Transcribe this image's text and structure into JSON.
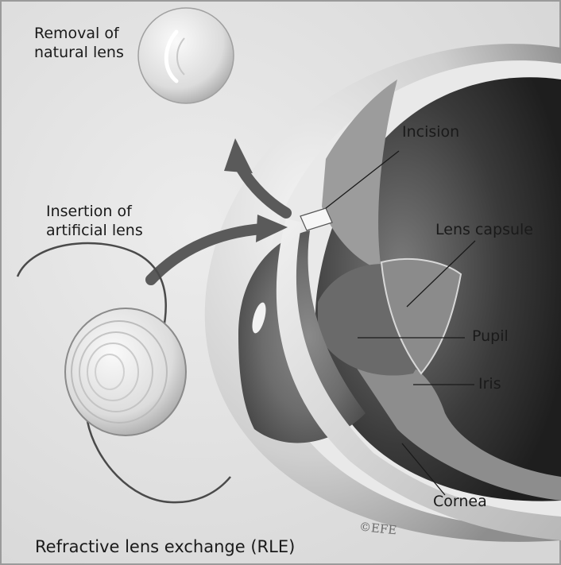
{
  "labels": {
    "removal_line1": "Removal of",
    "removal_line2": "natural lens",
    "insertion_line1": "Insertion of",
    "insertion_line2": "artificial lens",
    "incision": "Incision",
    "lens_capsule": "Lens capsule",
    "pupil": "Pupil",
    "iris": "Iris",
    "cornea": "Cornea"
  },
  "caption": "Refractive lens exchange (RLE)",
  "copyright": "©EFE",
  "colors": {
    "background": "#e4e4e4",
    "border": "#9a9a9a",
    "text": "#1a1a1a",
    "arrow": "#5a5a5a"
  }
}
